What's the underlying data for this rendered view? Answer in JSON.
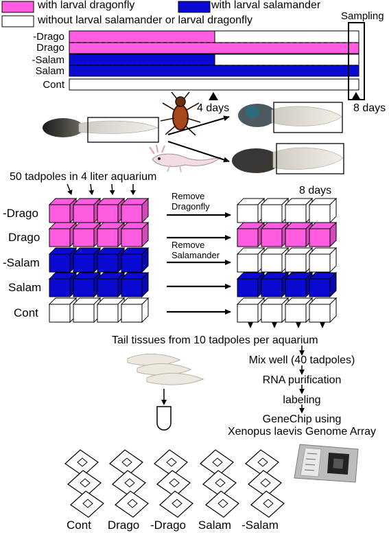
{
  "legend": {
    "dragonfly": "with larval dragonfly",
    "salamander": "with larval salamander",
    "none": "without larval salamander or larval dragonfly"
  },
  "timeline": {
    "sampling": "Sampling",
    "rows": [
      "-Drago",
      "Drago",
      "-Salam",
      "Salam",
      "Cont"
    ],
    "day4": "4 days",
    "day8": "8 days"
  },
  "setup": {
    "aquarium_note": "50 tadpoles in 4 liter aquarium",
    "rows": [
      "-Drago",
      "Drago",
      "-Salam",
      "Salam",
      "Cont"
    ],
    "remove_dragonfly": [
      "Remove",
      "Dragonfly"
    ],
    "remove_salamander": [
      "Remove",
      "Salamander"
    ],
    "day8": "8 days"
  },
  "workflow": {
    "tail": "Tail tissues from 10 tadpoles per aquarium",
    "mix": "Mix well (40 tadpoles)",
    "rna": "RNA purification",
    "labeling": "labeling",
    "genechip_1": "GeneChip using",
    "genechip_2": "Xenopus laevis Genome Array"
  },
  "chips": [
    "Cont",
    "Drago",
    "-Drago",
    "Salam",
    "-Salam"
  ],
  "colors": {
    "dragonfly": "#ff5ce1",
    "salamander": "#0a0ad2",
    "none": "#ffffff"
  }
}
